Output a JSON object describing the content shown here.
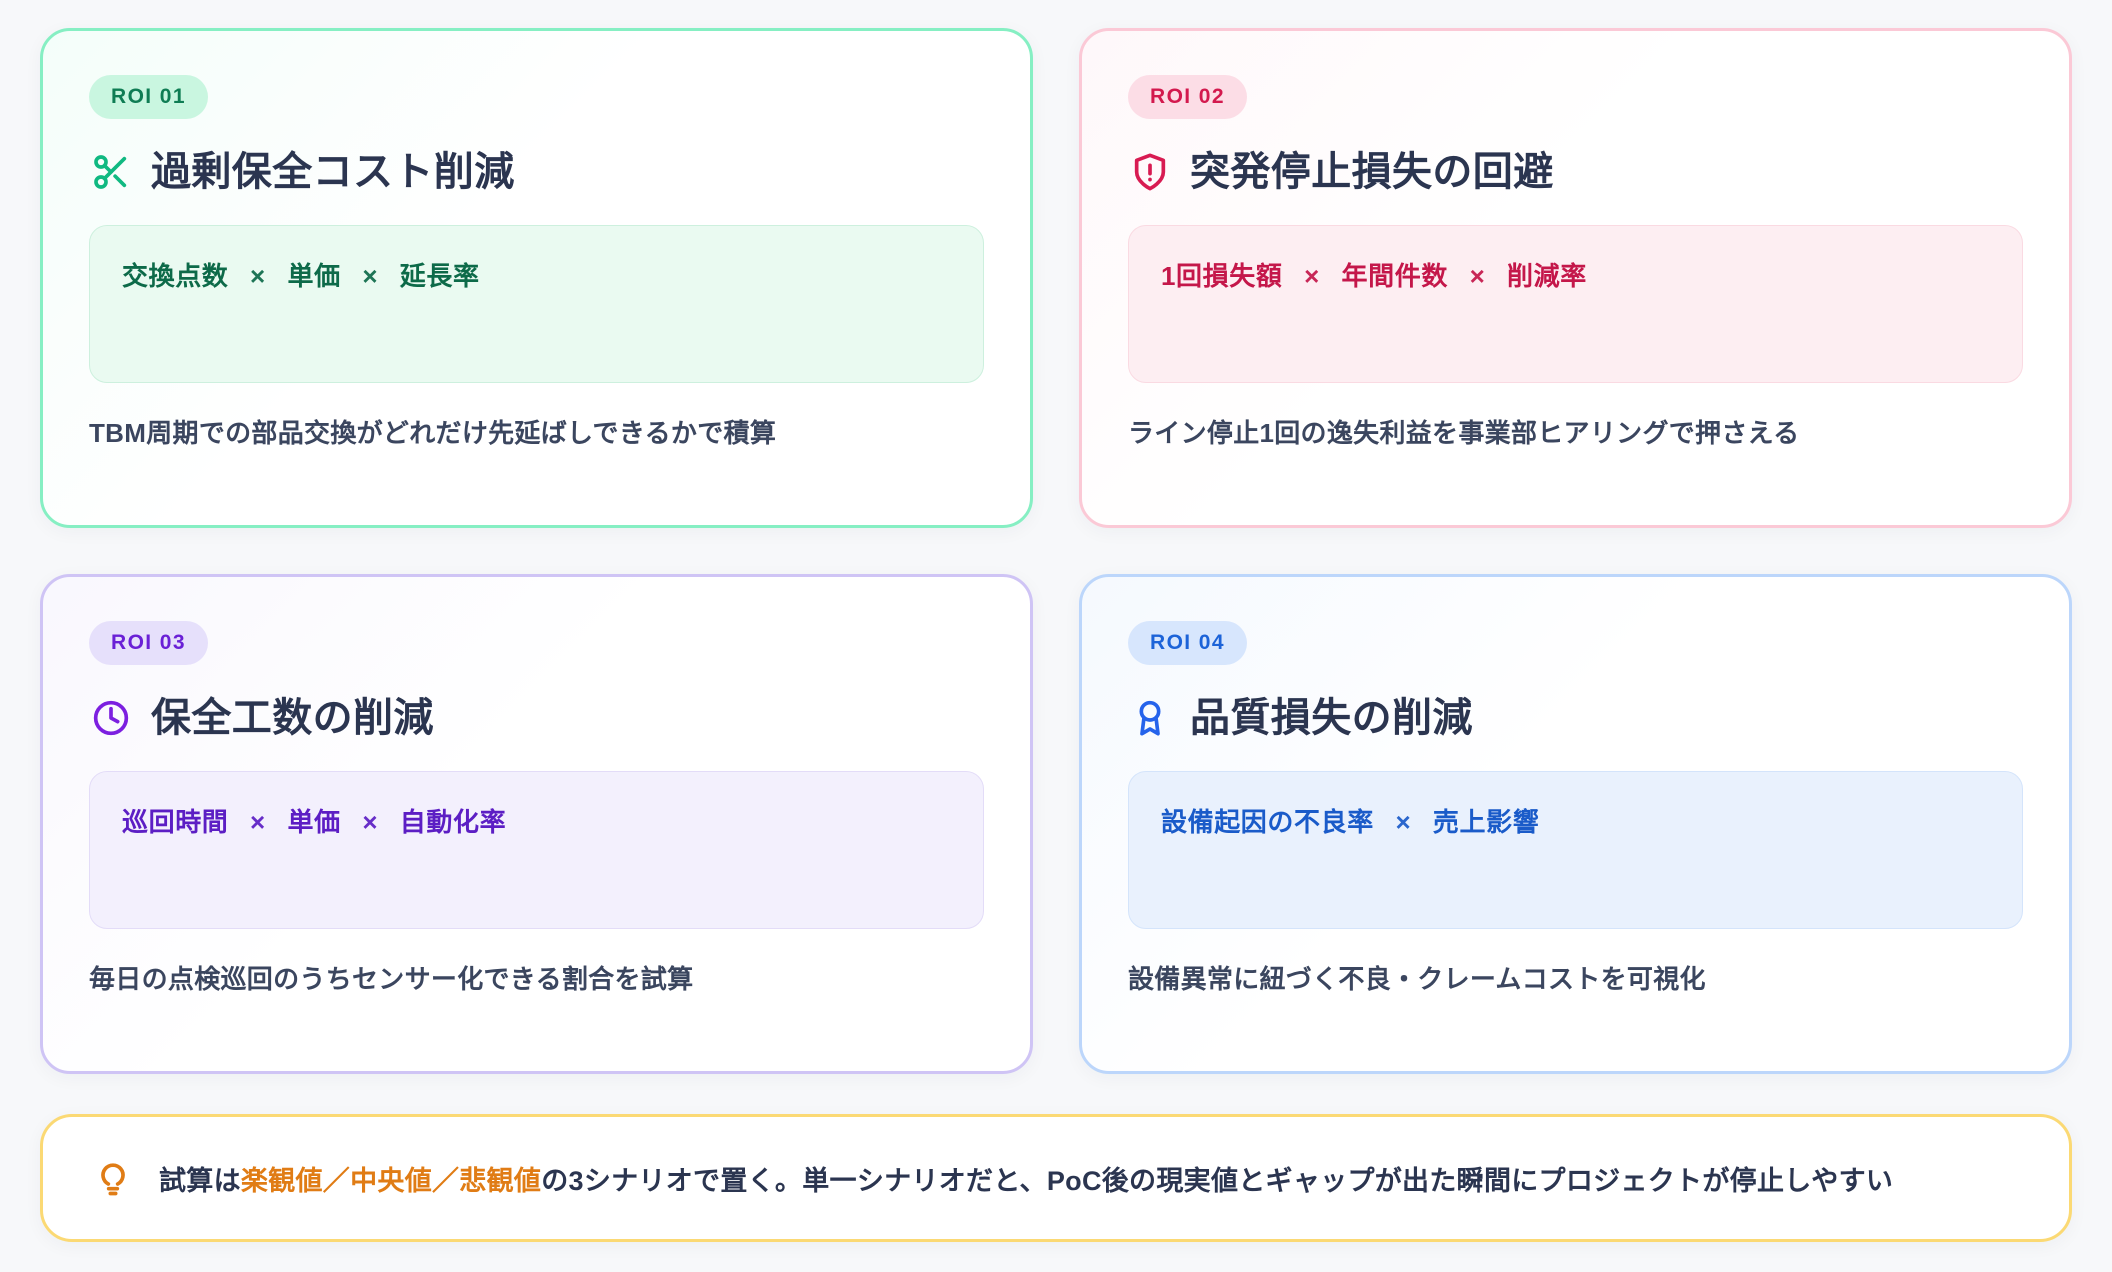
{
  "cards": [
    {
      "badge": "ROI 01",
      "icon": "scissors-icon",
      "title": "過剰保全コスト削減",
      "formula": "交換点数 × 単価 × 延長率",
      "note": "TBM周期での部品交換がどれだけ先延ばしできるかで積算",
      "accent": "#10b981",
      "border_color": "#86efc3",
      "badge_bg": "#c9f6e0",
      "badge_color": "#0f7d54",
      "panel_bg": "#eafaf1",
      "panel_color": "#0d6a49"
    },
    {
      "badge": "ROI 02",
      "icon": "shield-alert-icon",
      "title": "突発停止損失の回避",
      "formula": "1回損失額 × 年間件数 × 削減率",
      "note": "ライン停止1回の逸失利益を事業部ヒアリングで押さえる",
      "accent": "#d81b52",
      "border_color": "#fbc9d6",
      "badge_bg": "#fcdde6",
      "badge_color": "#d3194e",
      "panel_bg": "#fdeef2",
      "panel_color": "#c4174a"
    },
    {
      "badge": "ROI 03",
      "icon": "clock-icon",
      "title": "保全工数の削減",
      "formula": "巡回時間 × 単価 × 自動化率",
      "note": "毎日の点検巡回のうちセンサー化できる割合を試算",
      "accent": "#7c1fe0",
      "border_color": "#cfc4f5",
      "badge_bg": "#e6e0fb",
      "badge_color": "#6a20d6",
      "panel_bg": "#f3f0fd",
      "panel_color": "#5c1ec4"
    },
    {
      "badge": "ROI 04",
      "icon": "award-icon",
      "title": "品質損失の削減",
      "formula": "設備起因の不良率 × 売上影響",
      "note": "設備異常に紐づく不良・クレームコストを可視化",
      "accent": "#2563eb",
      "border_color": "#bcd6fb",
      "badge_bg": "#d7e6fd",
      "badge_color": "#1c63d8",
      "panel_bg": "#e9f1fd",
      "panel_color": "#1a5bc9"
    }
  ],
  "banner": {
    "icon": "lightbulb-icon",
    "icon_color": "#e07c15",
    "border_color": "#fbd974",
    "text_prefix": "試算は",
    "text_highlight": "楽観値／中央値／悲観値",
    "text_suffix": "の3シナリオで置く。単一シナリオだと、PoC後の現実値とギャップが出た瞬間にプロジェクトが停止しやすい",
    "full_text": "試算は楽観値／中央値／悲観値の3シナリオで置く。単一シナリオだと、PoC後の現実値とギャップが出た瞬間にプロジェクトが停止しやすい"
  }
}
